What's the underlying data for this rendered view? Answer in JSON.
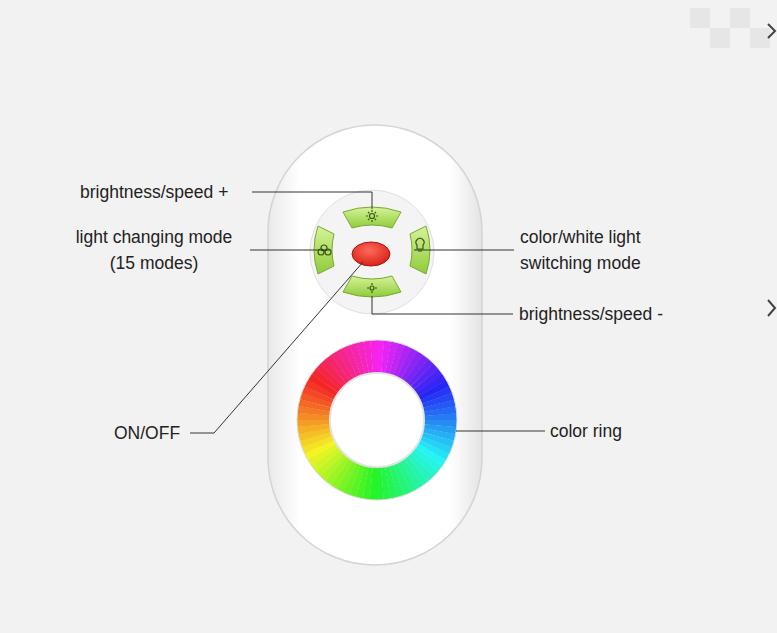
{
  "diagram": {
    "labels": [
      "brightness/speed +",
      "light changing mode (15 modes)",
      "color/white light switching mode",
      "brightness/speed -",
      "ON/OFF",
      "color ring"
    ]
  }
}
